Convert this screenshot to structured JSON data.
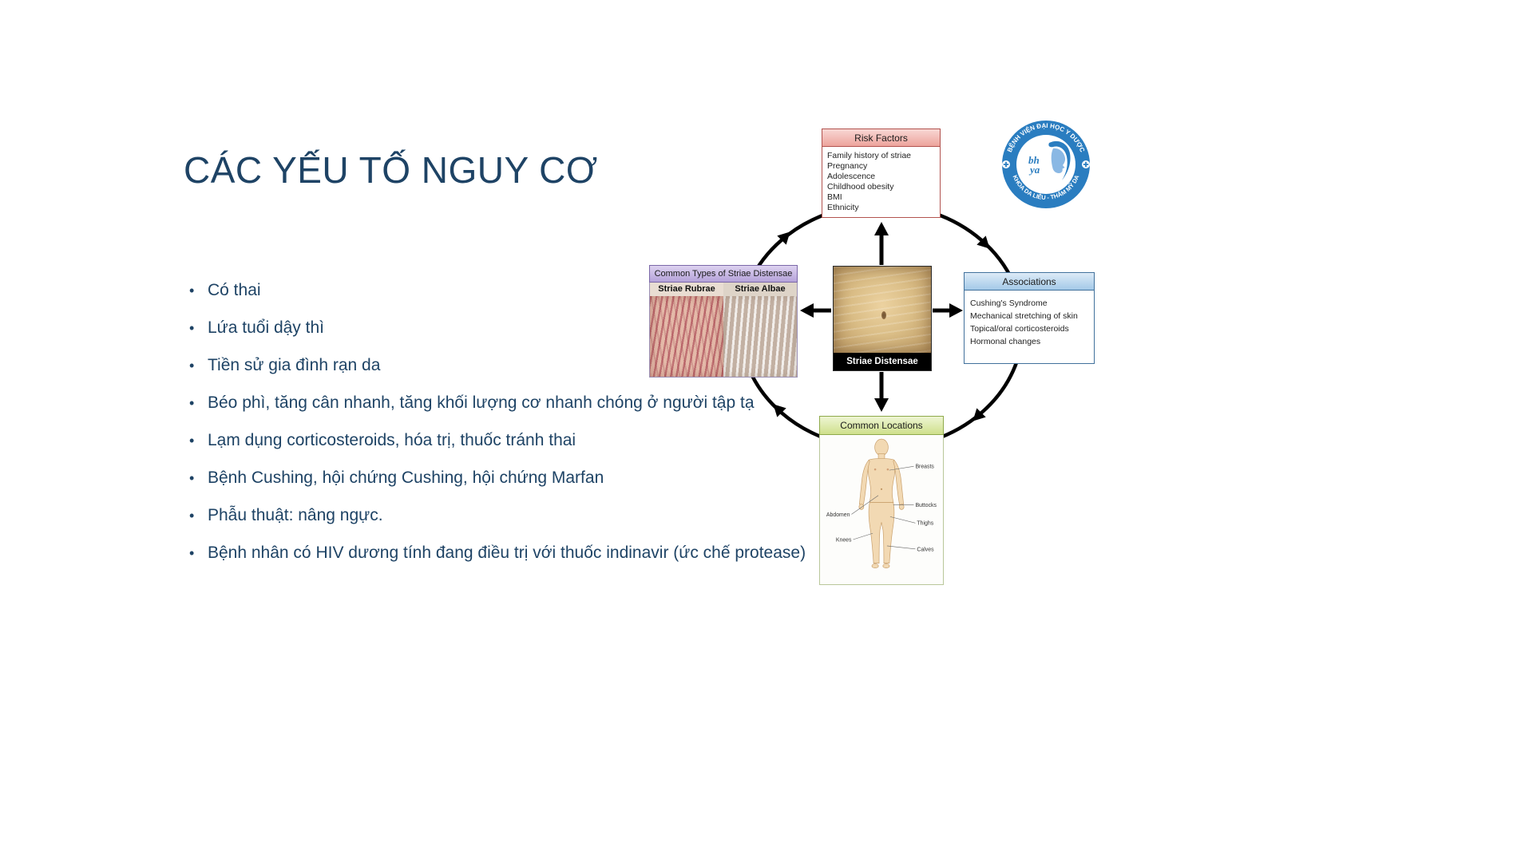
{
  "slide": {
    "title": "CÁC YẾU TỐ NGUY CƠ",
    "bullets": [
      "Có thai",
      "Lứa tuổi dậy thì",
      "Tiền sử gia đình rạn da",
      "Béo phì, tăng cân nhanh, tăng khối lượng cơ nhanh chóng ở người tập tạ",
      "Lạm dụng corticosteroids, hóa trị, thuốc tránh thai",
      "Bệnh Cushing, hội chứng Cushing, hội chứng Marfan",
      "Phẫu thuật: nâng ngực.",
      "Bệnh nhân có HIV dương tính đang điều trị với thuốc indinavir (ức chế protease)"
    ]
  },
  "diagram": {
    "risk_factors": {
      "title": "Risk Factors",
      "items": [
        "Family history of striae",
        "Pregnancy",
        "Adolescence",
        "Childhood obesity",
        "BMI",
        "Ethnicity"
      ]
    },
    "common_types": {
      "title": "Common Types of Striae Distensae",
      "left_label": "Striae Rubrae",
      "right_label": "Striae Albae"
    },
    "associations": {
      "title": "Associations",
      "items": [
        "Cushing's Syndrome",
        "Mechanical stretching of skin",
        "Topical/oral corticosteroids",
        "Hormonal changes"
      ]
    },
    "common_locations": {
      "title": "Common Locations",
      "labels": [
        "Breasts",
        "Abdomen",
        "Buttocks",
        "Thighs",
        "Knees",
        "Calves"
      ]
    },
    "center": {
      "label": "Striae Distensae"
    }
  },
  "logo": {
    "arc_top": "BỆNH VIỆN ĐẠI HỌC Y DƯỢC",
    "arc_bottom": "KHOA DA LIỄU - THẨM MỸ DA",
    "monogram_top": "bh",
    "monogram_bottom": "ya"
  },
  "colors": {
    "text_primary": "#1e4365",
    "risk_factors_accent": "#b2534f",
    "associations_accent": "#41719c",
    "common_types_accent": "#7b68a8",
    "common_locations_accent": "#8faa4b",
    "logo_blue": "#2a7dc0"
  }
}
